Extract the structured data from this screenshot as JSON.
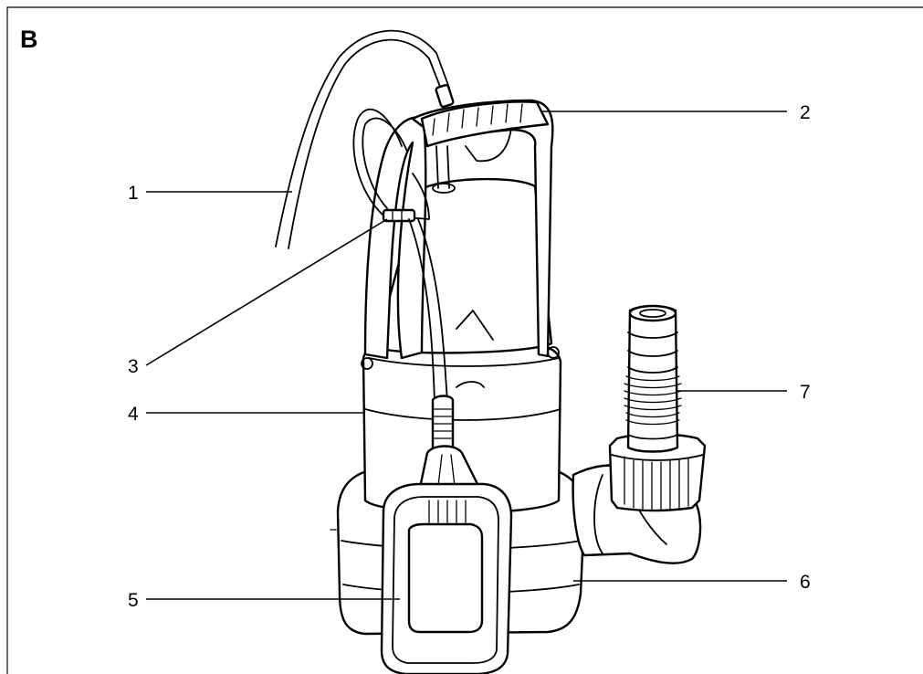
{
  "figure": {
    "panel_letter": "B",
    "callouts": [
      {
        "number": "1",
        "part": "power-cable"
      },
      {
        "number": "2",
        "part": "carry-handle"
      },
      {
        "number": "3",
        "part": "float-cable-holder"
      },
      {
        "number": "4",
        "part": "motor-housing"
      },
      {
        "number": "5",
        "part": "float-switch"
      },
      {
        "number": "6",
        "part": "pump-base"
      },
      {
        "number": "7",
        "part": "hose-connector"
      }
    ]
  }
}
